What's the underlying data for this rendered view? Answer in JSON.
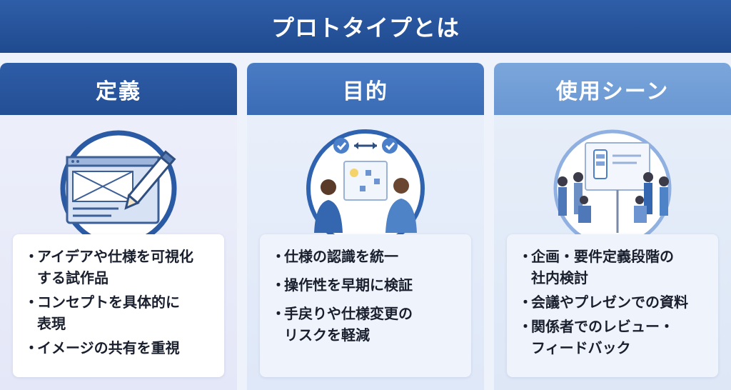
{
  "title": "プロトタイプとは",
  "columns": [
    {
      "heading": "定義",
      "bullets": [
        "アイデアや仕様を可視化\nする試作品",
        "コンセプトを具体的に\n表現",
        "イメージの共有を重視"
      ]
    },
    {
      "heading": "目的",
      "bullets": [
        "仕様の認識を統一",
        "操作性を早期に検証",
        "手戻りや仕様変更の\nリスクを軽減"
      ]
    },
    {
      "heading": "使用シーン",
      "bullets": [
        "企画・要件定義段階の\n社内検討",
        "会議やプレゼンでの資料",
        "関係者でのレビュー・\nフィードバック"
      ]
    }
  ],
  "colors": {
    "primary": "#234f95",
    "mid": "#3a6bb5",
    "light": "#6a97d2"
  }
}
